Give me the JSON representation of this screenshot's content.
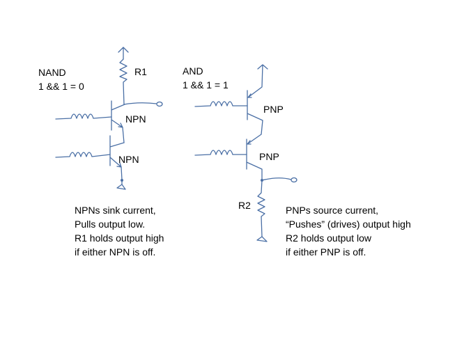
{
  "nand": {
    "title": "NAND",
    "expr": "1 && 1 = 0",
    "r_label": "R1",
    "t1": "NPN",
    "t2": "NPN",
    "notes": [
      "NPNs sink current,",
      "Pulls output low.",
      "R1 holds output high",
      "if either NPN is off."
    ]
  },
  "and": {
    "title": "AND",
    "expr": "1 && 1 = 1",
    "r_label": "R2",
    "t1": "PNP",
    "t2": "PNP",
    "notes": [
      "PNPs source current,",
      "“Pushes”  (drives) output high",
      "R2 holds output low",
      "if either PNP is off."
    ]
  },
  "colors": {
    "wire": "#4a6fa5",
    "text": "#000000"
  }
}
